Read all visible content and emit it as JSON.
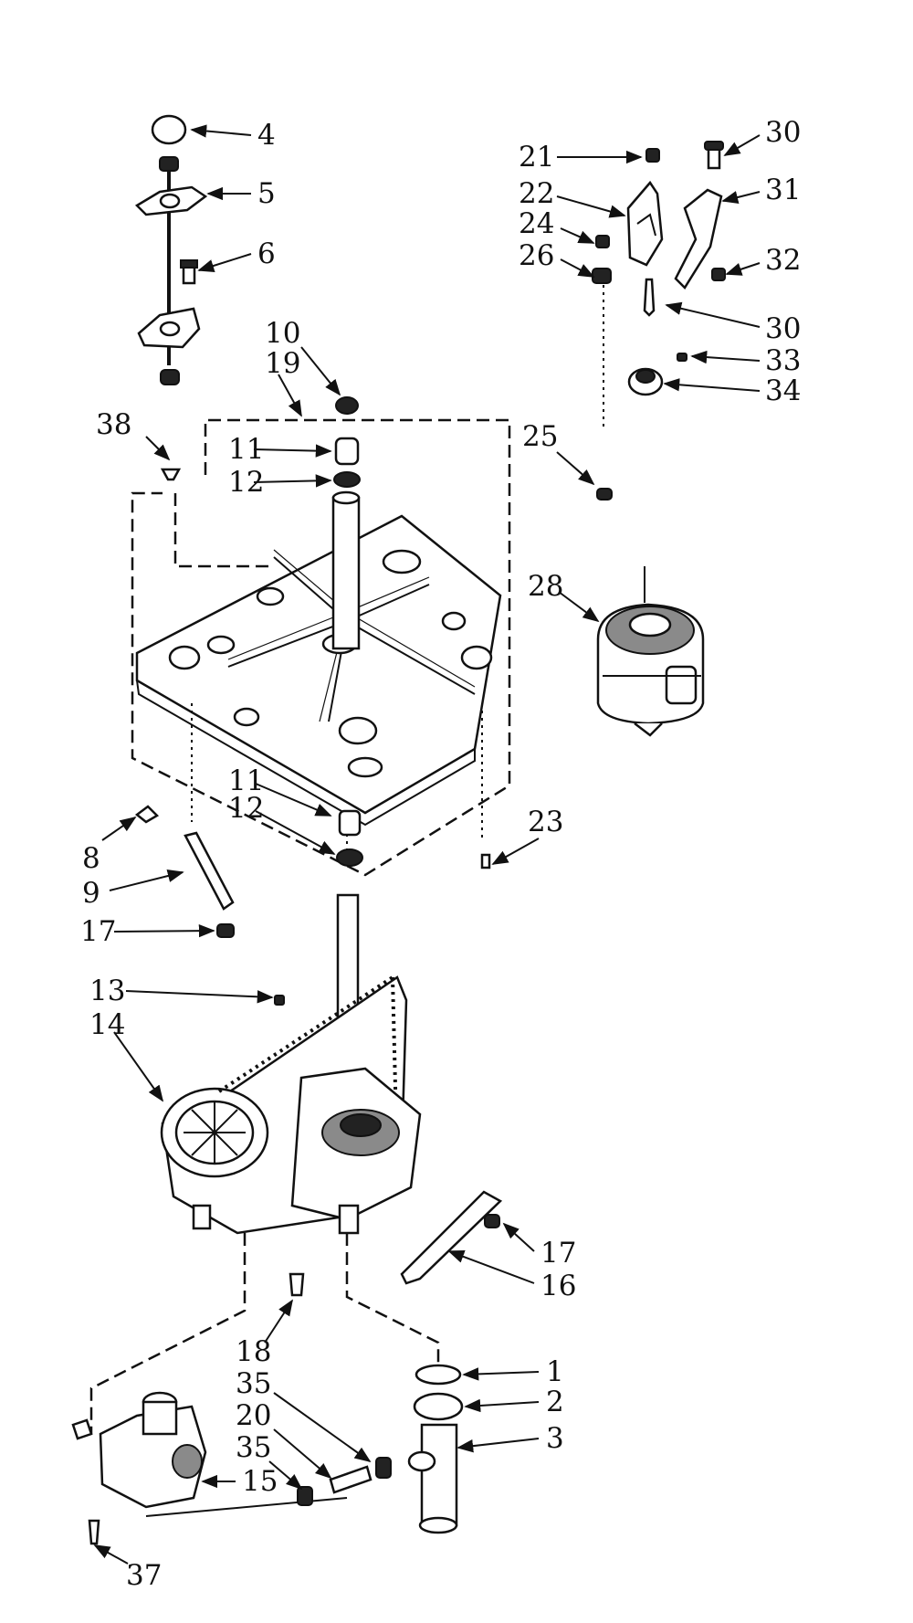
{
  "diagram": {
    "callouts": [
      {
        "id": "c-4",
        "text": "4"
      },
      {
        "id": "c-5",
        "text": "5"
      },
      {
        "id": "c-6",
        "text": "6"
      },
      {
        "id": "c-10",
        "text": "10"
      },
      {
        "id": "c-19",
        "text": "19"
      },
      {
        "id": "c-38",
        "text": "38"
      },
      {
        "id": "c-11-top",
        "text": "11"
      },
      {
        "id": "c-12-top",
        "text": "12"
      },
      {
        "id": "c-21",
        "text": "21"
      },
      {
        "id": "c-22",
        "text": "22"
      },
      {
        "id": "c-24",
        "text": "24"
      },
      {
        "id": "c-26",
        "text": "26"
      },
      {
        "id": "c-30-top",
        "text": "30"
      },
      {
        "id": "c-31",
        "text": "31"
      },
      {
        "id": "c-32",
        "text": "32"
      },
      {
        "id": "c-30-mid",
        "text": "30"
      },
      {
        "id": "c-33",
        "text": "33"
      },
      {
        "id": "c-34",
        "text": "34"
      },
      {
        "id": "c-25",
        "text": "25"
      },
      {
        "id": "c-28",
        "text": "28"
      },
      {
        "id": "c-11-low",
        "text": "11"
      },
      {
        "id": "c-12-low",
        "text": "12"
      },
      {
        "id": "c-23",
        "text": "23"
      },
      {
        "id": "c-8",
        "text": "8"
      },
      {
        "id": "c-9",
        "text": "9"
      },
      {
        "id": "c-17-left",
        "text": "17"
      },
      {
        "id": "c-13",
        "text": "13"
      },
      {
        "id": "c-14",
        "text": "14"
      },
      {
        "id": "c-17-right",
        "text": "17"
      },
      {
        "id": "c-16",
        "text": "16"
      },
      {
        "id": "c-18",
        "text": "18"
      },
      {
        "id": "c-35-a",
        "text": "35"
      },
      {
        "id": "c-20",
        "text": "20"
      },
      {
        "id": "c-35-b",
        "text": "35"
      },
      {
        "id": "c-1",
        "text": "1"
      },
      {
        "id": "c-2",
        "text": "2"
      },
      {
        "id": "c-3",
        "text": "3"
      },
      {
        "id": "c-15",
        "text": "15"
      },
      {
        "id": "c-37",
        "text": "37"
      }
    ]
  }
}
